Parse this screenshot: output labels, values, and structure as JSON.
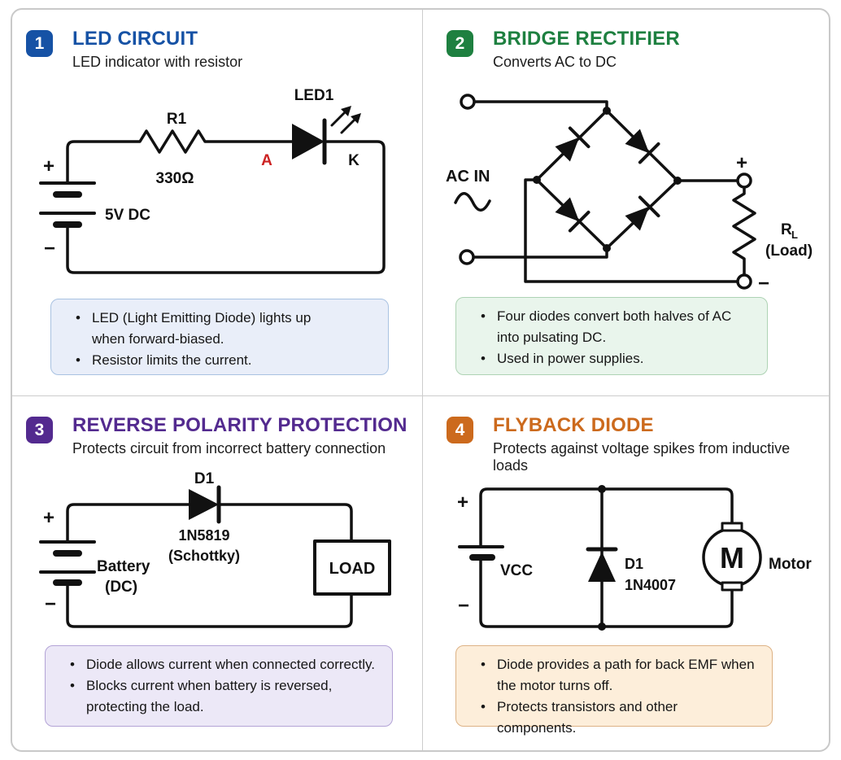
{
  "ui": {
    "bullet_char": "•",
    "background": "#ffffff",
    "card_border": "#c9c9c9",
    "divider": "#cccccc",
    "wire_color": "#111111",
    "polarity_red": "#cc2222"
  },
  "panels": [
    {
      "number": "1",
      "title": "LED CIRCUIT",
      "subtitle": "LED indicator with resistor",
      "accent": "#1652a5",
      "note": {
        "bg": "#e9eef9",
        "border": "#a9c2e2",
        "bullets": [
          {
            "lines": [
              "LED (Light Emitting Diode) lights up",
              "when forward-biased."
            ]
          },
          {
            "lines": [
              "Resistor limits the current."
            ]
          }
        ]
      },
      "labels": {
        "plus": "+",
        "minus": "−",
        "resistor_name": "R1",
        "resistor_value": "330Ω",
        "battery": "5V DC",
        "led_name": "LED1",
        "anode": "A",
        "cathode": "K"
      }
    },
    {
      "number": "2",
      "title": "BRIDGE RECTIFIER",
      "subtitle": "Converts AC to DC",
      "accent": "#1e8040",
      "note": {
        "bg": "#e9f5ec",
        "border": "#aed3b4",
        "bullets": [
          {
            "lines": [
              "Four diodes convert both halves of AC",
              "into pulsating DC."
            ]
          },
          {
            "lines": [
              "Used in power supplies."
            ]
          }
        ]
      },
      "labels": {
        "ac_in": "AC IN",
        "plus": "+",
        "minus": "−",
        "rl_main": "R",
        "rl_sub": "L",
        "load": "(Load)"
      }
    },
    {
      "number": "3",
      "title": "REVERSE POLARITY PROTECTION",
      "subtitle": "Protects circuit from incorrect battery connection",
      "accent": "#532a8f",
      "note": {
        "bg": "#ece8f7",
        "border": "#b3a3d6",
        "bullets": [
          {
            "lines": [
              "Diode allows current when connected correctly."
            ]
          },
          {
            "lines": [
              "Blocks current when battery is reversed,",
              "protecting the load."
            ]
          }
        ]
      },
      "labels": {
        "plus": "+",
        "minus": "−",
        "diode_name": "D1",
        "diode_part": "1N5819",
        "diode_type": "(Schottky)",
        "battery_line1": "Battery",
        "battery_line2": "(DC)",
        "load": "LOAD"
      }
    },
    {
      "number": "4",
      "title": "FLYBACK DIODE",
      "subtitle": "Protects against voltage spikes from inductive loads",
      "accent": "#cc6a1d",
      "note": {
        "bg": "#fdeeda",
        "border": "#ddb285",
        "bullets": [
          {
            "lines": [
              "Diode provides a path for back EMF when",
              "the motor turns off."
            ]
          },
          {
            "lines": [
              "Protects transistors and other components."
            ]
          }
        ]
      },
      "labels": {
        "plus": "+",
        "minus": "−",
        "vcc": "VCC",
        "diode_name": "D1",
        "diode_part": "1N4007",
        "motor_letter": "M",
        "motor": "Motor"
      }
    }
  ]
}
